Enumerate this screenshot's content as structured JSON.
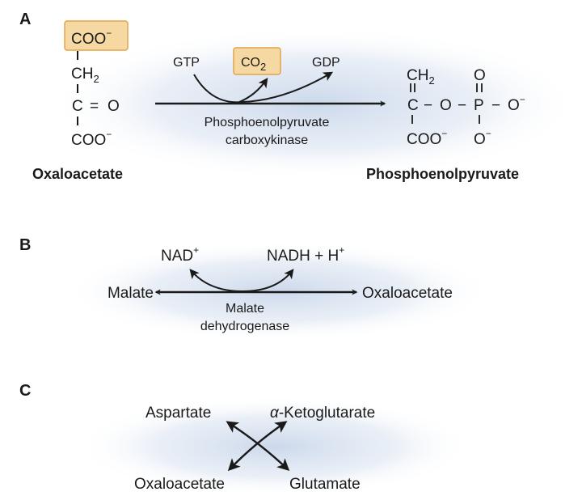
{
  "panel_a": {
    "letter": "A",
    "oxaloacetate": {
      "top_group": "COO",
      "top_charge": "−",
      "ch2": "CH",
      "ch2_sub": "2",
      "carbon": "C",
      "double_bond": "=",
      "oxygen": "O",
      "bottom_group": "COO",
      "bottom_charge": "−",
      "name": "Oxaloacetate"
    },
    "gtp": "GTP",
    "co2": "CO",
    "co2_sub": "2",
    "gdp": "GDP",
    "enzyme_line1": "Phosphoenolpyruvate",
    "enzyme_line2": "carboxykinase",
    "pep": {
      "ch2": "CH",
      "ch2_sub": "2",
      "carbon": "C",
      "bond1": "−",
      "o_bridge": "O",
      "bond2": "−",
      "phosphorus": "P",
      "bond3": "−",
      "o_right": "O",
      "o_right_charge": "−",
      "o_top": "O",
      "coo": "COO",
      "coo_charge": "−",
      "o_bottom": "O",
      "o_bottom_charge": "−",
      "name": "Phosphoenolpyruvate"
    }
  },
  "panel_b": {
    "letter": "B",
    "nad": "NAD",
    "nad_sup": "+",
    "nadh": "NADH + H",
    "nadh_sup": "+",
    "left": "Malate",
    "right": "Oxaloacetate",
    "enzyme_line1": "Malate",
    "enzyme_line2": "dehydrogenase"
  },
  "panel_c": {
    "letter": "C",
    "top_left": "Aspartate",
    "top_right_greek": "α",
    "top_right": "-Ketoglutarate",
    "bottom_left": "Oxaloacetate",
    "bottom_right": "Glutamate"
  },
  "colors": {
    "highlight_fill": "#f6d9a2",
    "highlight_stroke": "#e0a54a",
    "glow": "#c9d6ea",
    "ink": "#1a1a1a"
  }
}
